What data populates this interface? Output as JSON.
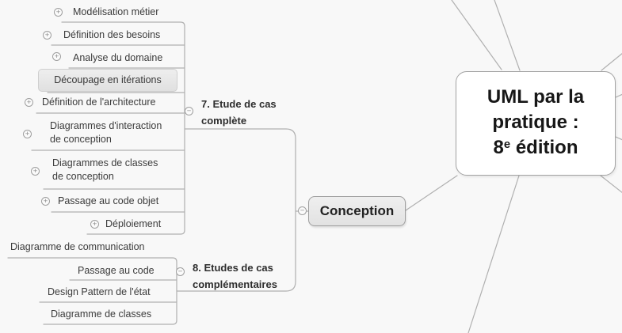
{
  "canvas": {
    "background": "#f8f8f8",
    "edge_color": "#b0b0b0"
  },
  "central_node": {
    "line1": "UML par la",
    "line2": "pratique :",
    "line3_base": "8",
    "line3_sup": "e",
    "line3_rest": " édition",
    "fill": "#ffffff",
    "border": "#a3a3a3"
  },
  "conception_node": {
    "label": "Conception",
    "fill": "#e7e7e7",
    "border": "#9e9e9e"
  },
  "branches": [
    {
      "line1": "7. Etude de cas",
      "line2": "complète"
    },
    {
      "line1": "8. Etudes de cas",
      "line2": "complémentaires"
    }
  ],
  "items": [
    {
      "label": "Modélisation métier",
      "has_expand_icon": true
    },
    {
      "label": "Définition des besoins",
      "has_expand_icon": true
    },
    {
      "label": "Analyse du domaine",
      "has_expand_icon": true
    },
    {
      "label": "Découpage en itérations",
      "state": "selected"
    },
    {
      "label": "Définition de l'architecture",
      "has_expand_icon": true
    },
    {
      "line1": "Diagrammes d'interaction",
      "line2": "de conception",
      "has_expand_icon": true
    },
    {
      "line1": "Diagrammes de classes",
      "line2": "de conception",
      "has_expand_icon": true
    },
    {
      "label": "Passage au code objet",
      "has_expand_icon": true
    },
    {
      "label": "Déploiement",
      "has_expand_icon": true
    },
    {
      "label": "Diagramme de communication"
    },
    {
      "label": "Passage au code"
    },
    {
      "label": "Design Pattern de l'état"
    },
    {
      "label": "Diagramme de classes"
    }
  ],
  "icons": {
    "expand_glyph": "+",
    "collapse_glyph": "−"
  },
  "selection": {
    "selected_node": "Découpage en itérations",
    "selected_fill": "#e7e7e7",
    "selected_border": "#cfcfcf"
  }
}
